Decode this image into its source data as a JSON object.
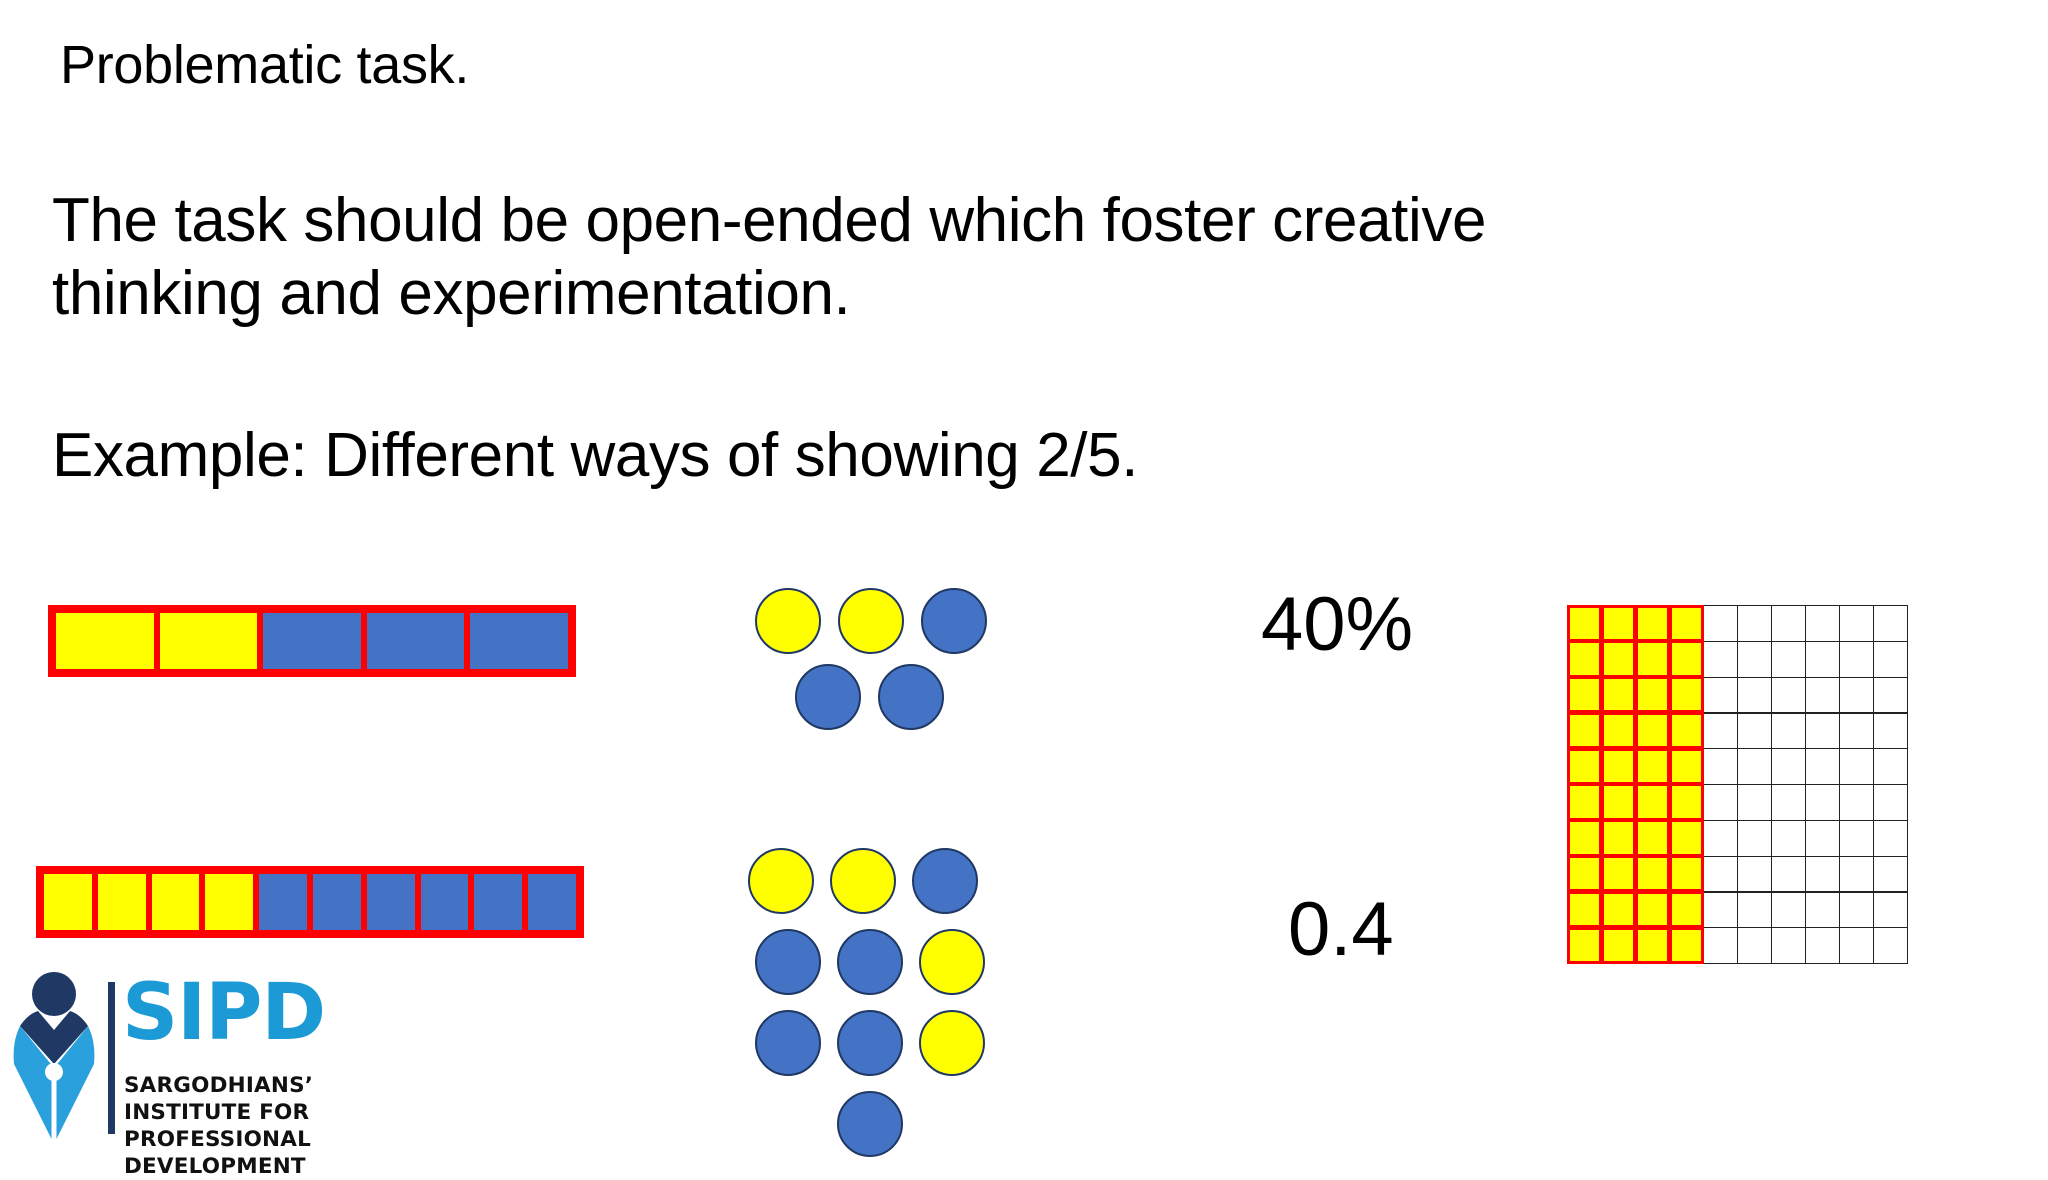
{
  "slide": {
    "title": "Problematic task.",
    "paragraphs": [
      "The task should be open-ended which foster creative thinking and experimentation.",
      "Example: Different ways of showing 2/5."
    ]
  },
  "colors": {
    "yellow": "#FFFF00",
    "blue": "#4472C4",
    "red_border": "#FF0000",
    "grid_line": "#222222",
    "logo_blue": "#1B9AD6",
    "logo_navy": "#1F3864",
    "background": "#FFFFFF",
    "text": "#000000"
  },
  "representations": [
    {
      "name": "fifths-bar",
      "type": "bar",
      "total_parts": 5,
      "shaded_parts": 2,
      "fill_pattern": [
        "y",
        "y",
        "b",
        "b",
        "b"
      ]
    },
    {
      "name": "tenths-bar",
      "type": "bar",
      "total_parts": 10,
      "shaded_parts": 4,
      "fill_pattern": [
        "y",
        "y",
        "y",
        "y",
        "b",
        "b",
        "b",
        "b",
        "b",
        "b"
      ]
    },
    {
      "name": "five-counters",
      "type": "counters",
      "total_parts": 5,
      "shaded_parts": 2,
      "rows": [
        [
          "y",
          "y",
          "b"
        ],
        [
          "b",
          "b"
        ]
      ]
    },
    {
      "name": "ten-counters",
      "type": "counters",
      "total_parts": 10,
      "shaded_parts": 4,
      "rows": [
        [
          "y",
          "y",
          "b"
        ],
        [
          "b",
          "b",
          "y"
        ],
        [
          "b",
          "b",
          "y"
        ],
        [
          "b"
        ]
      ]
    },
    {
      "name": "percent-label",
      "type": "text",
      "value": "40%"
    },
    {
      "name": "decimal-label",
      "type": "text",
      "value": "0.4"
    },
    {
      "name": "hundred-grid",
      "type": "grid",
      "columns": 10,
      "rows": 10,
      "total_cells": 100,
      "shaded_cells": 40,
      "shaded_columns": 4
    }
  ],
  "logo": {
    "wordmark": "SIPD",
    "tagline_line_1": "SARGODHIANS’ INSTITUTE FOR",
    "tagline_line_2": "PROFESSIONAL DEVELOPMENT"
  }
}
